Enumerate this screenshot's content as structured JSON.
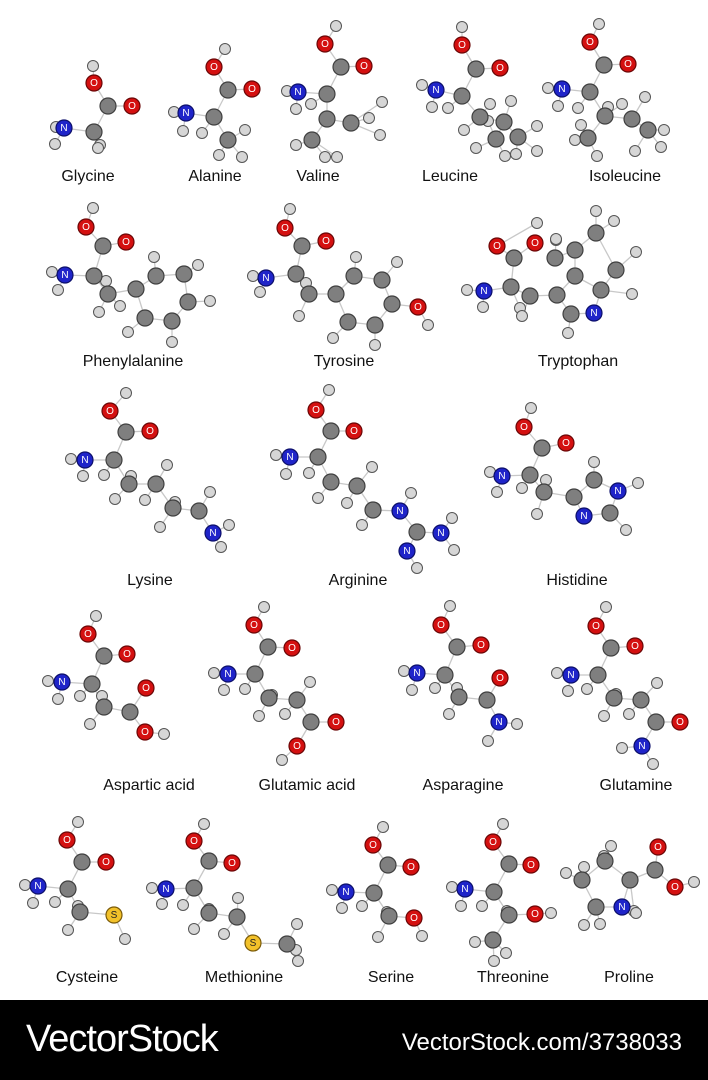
{
  "labels": {
    "glycine": "Glycine",
    "alanine": "Alanine",
    "valine": "Valine",
    "leucine": "Leucine",
    "isoleucine": "Isoleucine",
    "phenylalanine": "Phenylalanine",
    "tyrosine": "Tyrosine",
    "tryptophan": "Tryptophan",
    "lysine": "Lysine",
    "arginine": "Arginine",
    "histidine": "Histidine",
    "aspartic_acid": "Aspartic acid",
    "glutamic_acid": "Glutamic acid",
    "asparagine": "Asparagine",
    "glutamine": "Glutamine",
    "cysteine": "Cysteine",
    "methionine": "Methionine",
    "serine": "Serine",
    "threonine": "Threonine",
    "proline": "Proline"
  },
  "atom_symbols": {
    "N": "N",
    "O": "O",
    "S": "S"
  },
  "atom_colors": {
    "C": "#7f7f7f",
    "H": "#d6d6d6",
    "N": "#1f24c9",
    "O": "#d41010",
    "S": "#f2c12a"
  },
  "footer": {
    "brand": "VectorStock",
    "stock_id": "VectorStock.com/3738033",
    "background": "#000000"
  }
}
